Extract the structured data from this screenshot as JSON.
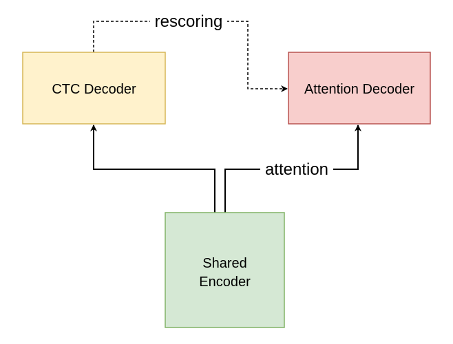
{
  "nodes": {
    "ctc_decoder": {
      "label": "CTC Decoder",
      "fill": "#fff2cc",
      "stroke": "#d6b656"
    },
    "attention_decoder": {
      "label": "Attention Decoder",
      "fill": "#f8cecc",
      "stroke": "#b85450"
    },
    "shared_encoder": {
      "label_line1": "Shared",
      "label_line2": "Encoder",
      "fill": "#d5e8d4",
      "stroke": "#82b366"
    }
  },
  "edges": {
    "rescoring": {
      "label": "rescoring",
      "style": "dashed"
    },
    "attention": {
      "label": "attention",
      "style": "solid"
    },
    "encoder_to_ctc": {
      "style": "solid"
    }
  },
  "colors": {
    "edge": "#000000",
    "background": "#ffffff"
  }
}
